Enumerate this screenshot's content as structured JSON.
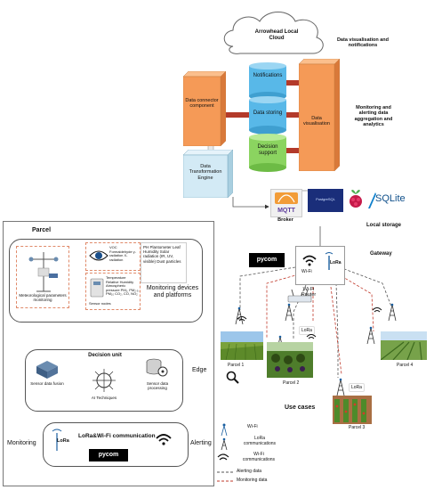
{
  "cloud": {
    "title": "Arrowhead Local Cloud"
  },
  "top_right": {
    "visualisation_note": "Data visualisation and notifications",
    "monitoring_note": "Monitoring and alerting data aggregation and analytics"
  },
  "components": {
    "connector": "Data connector component",
    "notifications": "Notifications",
    "storing": "Data storing",
    "decision": "Decision support",
    "visualisation": "Data visualisation",
    "transformation": "Data Transformation Engine"
  },
  "broker": {
    "label": "Broker",
    "mqtt": "MQTT",
    "sqlite": "SQLite",
    "brand": "PostgreSQL"
  },
  "local_storage": "Local storage",
  "gateway": {
    "label": "Gateway",
    "pycom": "pycom",
    "wifi": "Wi-Fi",
    "lora": "LoRa",
    "router": "Wi-Fi Router"
  },
  "parcels": [
    "Parcel 1",
    "Parcel 2",
    "Parcel 3",
    "Parcel 4"
  ],
  "use_cases": "Use cases",
  "legend": {
    "wifi": "Wi-Fi",
    "lora": "LoRa communications",
    "wifi_comm": "Wi-Fi communications",
    "alerting": "Alerting data",
    "monitoring": "Monitoring data"
  },
  "left_panel": {
    "title": "Parcel",
    "met_label": "Meteorological parameters monitoring",
    "sensor_text_1": "VOC Formaldehyde γ-radiation X-radiation",
    "sensor_text_2": "PH Plantometer Leaf Humidity Solar radiation (IR, UV, visible) Dust particles",
    "sensor_text_3": "Temperature Relative Humidity Atmospheric pressure PM₁, PM₂.₅, PM₁₀ CO₂, CO, NO₂",
    "sensor_nodes": "Sensor nodes",
    "monitoring_devices": "Monitoring devices and platforms",
    "decision_unit": "Decision unit",
    "fusion": "Sensor data fusion",
    "ai": "AI Techniques",
    "processing": "Sensor data processing",
    "edge": "Edge",
    "comm": "LoRa&Wi-Fi communication",
    "monitoring": "Monitoring",
    "alerting": "Alerting",
    "pycom": "pycom",
    "lora_tag": "LoRa"
  },
  "colors": {
    "orange": "#f59a57",
    "blue_cyl": "#58b8e8",
    "green_cyl": "#8bd460",
    "light_blue": "#d3eaf5",
    "arrow_red": "#c0392b"
  }
}
